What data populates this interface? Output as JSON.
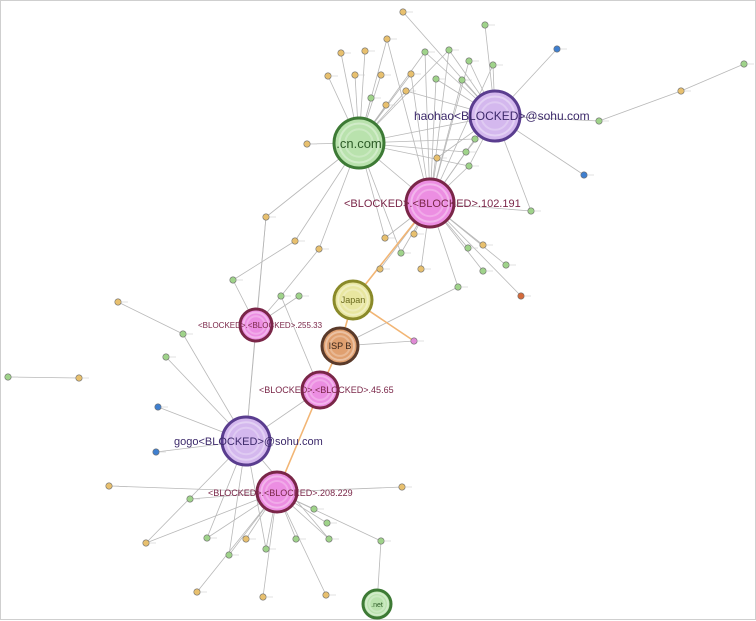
{
  "graph": {
    "colors": {
      "edge": "#b8b8b8",
      "edge_highlight": "#f2b574",
      "small_yellow": "#e8c06e",
      "small_green": "#9fd38a",
      "small_blue": "#3f7fcf",
      "small_orange": "#d46a3a",
      "small_pink": "#e08ad6"
    },
    "hubs": [
      {
        "id": "cn",
        "label": ".cn.com",
        "fill": "#b9e2ad",
        "ring": "#3d7a35",
        "text": "#2e5c28",
        "kind": "domain"
      },
      {
        "id": "haohao",
        "label": "haohao<BLOCKED>@sohu.com",
        "fill": "#d4b8ee",
        "ring": "#5a3d8f",
        "text": "#3d2a6b",
        "kind": "email"
      },
      {
        "id": "ip102",
        "label": "<BLOCKED>.<BLOCKED>.102.191",
        "fill": "#ec8ee2",
        "ring": "#7a2648",
        "text": "#7a2648",
        "kind": "ip"
      },
      {
        "id": "japan",
        "label": "Japan",
        "fill": "#e8e6a0",
        "ring": "#8a8a2a",
        "text": "#6b6b1e",
        "kind": "country"
      },
      {
        "id": "isp",
        "label": "ISP B",
        "fill": "#e0a070",
        "ring": "#5a3a2a",
        "text": "#3a2418",
        "kind": "isp"
      },
      {
        "id": "ip255",
        "label": "<BLOCKED>.<BLOCKED>.255.33",
        "fill": "#ec8ee2",
        "ring": "#7a2648",
        "text": "#7a2648",
        "kind": "ip"
      },
      {
        "id": "ip45",
        "label": "<BLOCKED>.<BLOCKED>.45.65",
        "fill": "#ec8ee2",
        "ring": "#7a2648",
        "text": "#7a2648",
        "kind": "ip"
      },
      {
        "id": "gogo",
        "label": "gogo<BLOCKED>@sohu.com",
        "fill": "#d4b8ee",
        "ring": "#5a3d8f",
        "text": "#3d2a6b",
        "kind": "email"
      },
      {
        "id": "ip208",
        "label": "<BLOCKED>.<BLOCKED>.208.229",
        "fill": "#ec8ee2",
        "ring": "#7a2648",
        "text": "#7a2648",
        "kind": "ip"
      },
      {
        "id": "net",
        "label": ".net",
        "fill": "#b9e2ad",
        "ring": "#3d7a35",
        "text": "#2e5c28",
        "kind": "domain"
      }
    ]
  }
}
